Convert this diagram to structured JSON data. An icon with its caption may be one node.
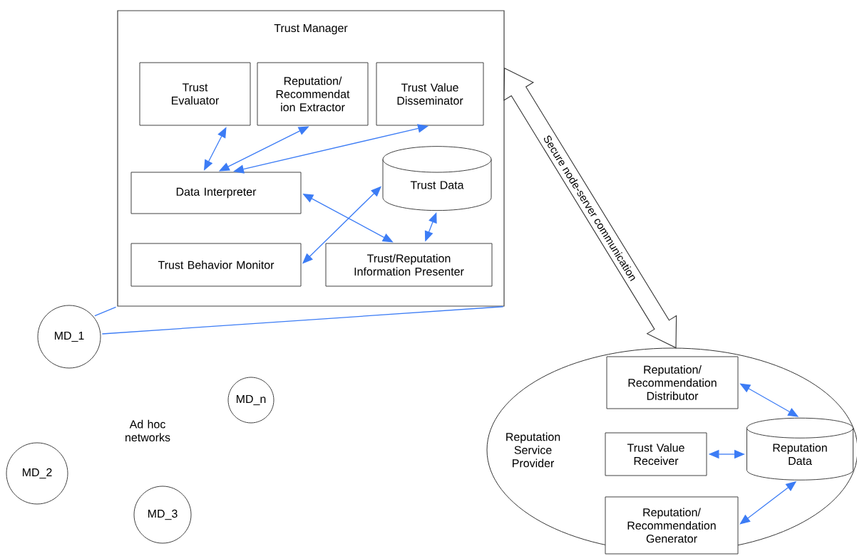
{
  "diagram": {
    "nodes": [
      {
        "text": [
          "Trust Manager"
        ]
      },
      {
        "text": [
          "Trust Evaluator"
        ],
        "in": 0
      },
      {
        "text": [
          "Reputation/ Recommendat ion Extractor"
        ],
        "in": 0
      },
      {
        "text": [
          "Trust Value Disseminator"
        ],
        "in": 0
      },
      {
        "text": [
          "Data Interpreter"
        ],
        "in": 0
      },
      {
        "text": [
          "Trust Data"
        ],
        "in": 0
      },
      {
        "text": [
          "Trust Behavior Monitor"
        ],
        "in": 0
      },
      {
        "text": [
          "Trust/Reputation Information Presenter"
        ],
        "in": 0
      },
      {
        "text": [
          "MD_1"
        ]
      },
      {
        "text": [
          "MD_n"
        ]
      },
      {
        "text": [
          "MD_2"
        ]
      },
      {
        "text": [
          "MD_3"
        ]
      },
      {
        "text": [
          "Reputation Service Provider"
        ]
      },
      {
        "text": [
          "Reputation/ Recommendation Distributor"
        ],
        "in": 12
      },
      {
        "text": [
          "Trust Value Receiver"
        ],
        "in": 12
      },
      {
        "text": [
          "Reputation Data"
        ],
        "in": 12
      },
      {
        "text": [
          "Reputation/ Recommendation Generator"
        ],
        "in": 12
      }
    ],
    "edges": [
      {
        "from": 1,
        "to": 4,
        "arrow": "both"
      },
      {
        "from": 2,
        "to": 4,
        "arrow": "both"
      },
      {
        "from": 3,
        "to": 4,
        "arrow": "both"
      },
      {
        "from": 4,
        "to": 7,
        "arrow": "both"
      },
      {
        "from": 6,
        "to": 5,
        "arrow": "both"
      },
      {
        "from": 7,
        "to": 5,
        "arrow": "both"
      },
      {
        "from": 8,
        "to": 0,
        "arrow": "none"
      },
      {
        "from": 8,
        "to": 0,
        "arrow": "none"
      },
      {
        "from": 0,
        "to": 12,
        "arrow": "both",
        "label": "Secure node-server communication",
        "style": "thick",
        "color": "#333333"
      },
      {
        "from": 13,
        "to": 15,
        "arrow": "both"
      },
      {
        "from": 14,
        "to": 15,
        "arrow": "both"
      },
      {
        "from": 16,
        "to": 15,
        "arrow": "both"
      }
    ],
    "labels": [
      "Ad hoc networks"
    ]
  }
}
